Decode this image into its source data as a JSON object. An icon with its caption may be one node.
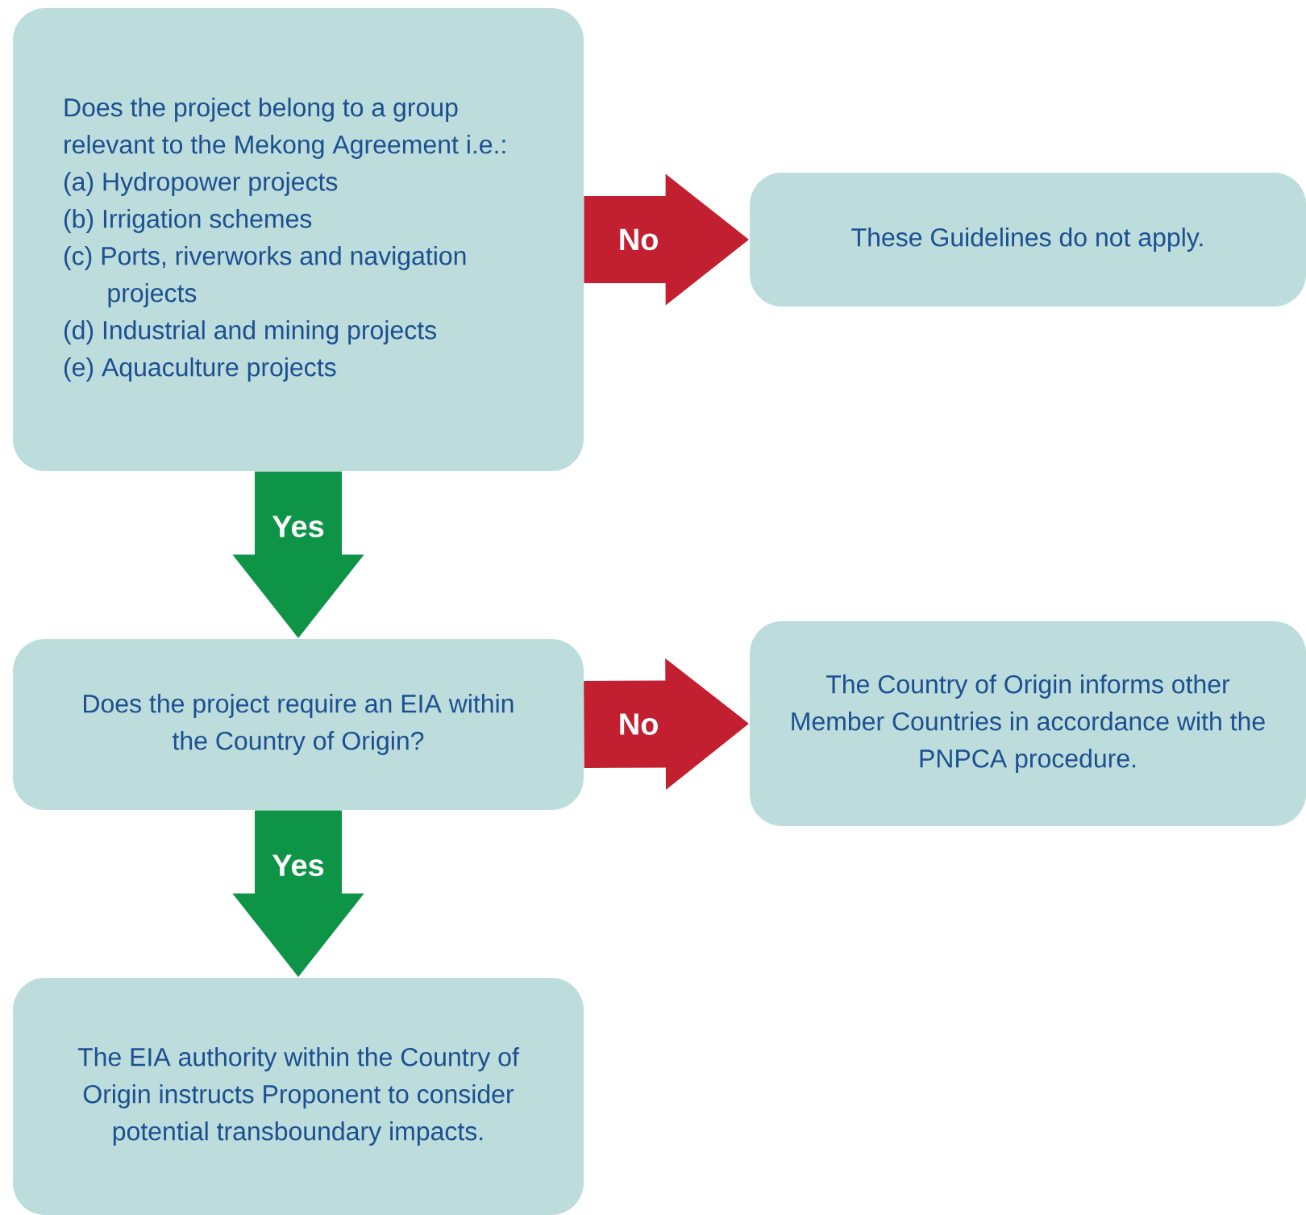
{
  "diagram": {
    "nodes": [
      {
        "text": [
          "Does the project belong to a group relevant to the Mekong Agreement i.e.:",
          "(a) Hydropower projects",
          "(b) Irrigation schemes",
          "(c) Ports, riverworks and navigation projects",
          "(d) Industrial and mining projects",
          "(e) Aquaculture projects"
        ]
      },
      {
        "text": [
          "These Guidelines do not apply."
        ]
      },
      {
        "text": [
          "Does the project require an EIA within the Country of Origin?"
        ]
      },
      {
        "text": [
          "The Country of Origin informs other Member Countries in accordance with the PNPCA procedure."
        ]
      },
      {
        "text": [
          "The EIA authority within the Country of Origin instructs Proponent to consider potential transboundary impacts."
        ]
      }
    ],
    "edges": [
      {
        "from": 0,
        "to": 1,
        "arrow": "to",
        "label": "No",
        "color": "#c21f30"
      },
      {
        "from": 0,
        "to": 2,
        "arrow": "to",
        "label": "Yes",
        "color": "#0e9447"
      },
      {
        "from": 2,
        "to": 3,
        "arrow": "to",
        "label": "No",
        "color": "#c21f30"
      },
      {
        "from": 2,
        "to": 4,
        "arrow": "to",
        "label": "Yes",
        "color": "#0e9447"
      }
    ]
  }
}
